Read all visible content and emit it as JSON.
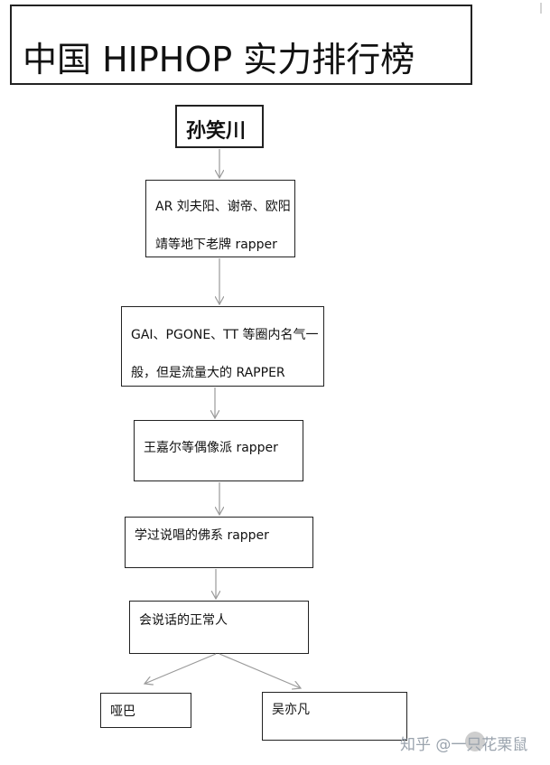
{
  "title": "中国 HIPHOP 实力排行榜",
  "top": "孙笑川",
  "levels": [
    {
      "line1": "AR 刘夫阳、谢帝、欧阳",
      "line2": "靖等地下老牌 rapper"
    },
    {
      "line1": "GAI、PGONE、TT 等圈内名气一",
      "line2": "般，但是流量大的 RAPPER"
    },
    {
      "line1": "王嘉尔等偶像派 rapper"
    },
    {
      "line1": "学过说唱的佛系 rapper"
    },
    {
      "line1": "会说话的正常人"
    }
  ],
  "leaves": [
    "哑巴",
    "吴亦凡"
  ],
  "watermark": "知乎 @一只花栗鼠",
  "colors": {
    "line": "#9a9a9a",
    "border": "#222222"
  }
}
